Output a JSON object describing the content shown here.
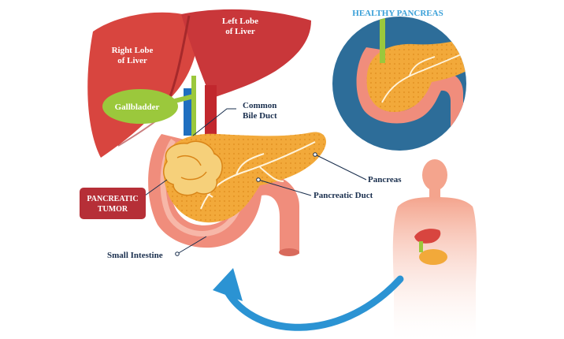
{
  "labels": {
    "right_lobe": [
      "Right Lobe",
      "of Liver"
    ],
    "left_lobe": [
      "Left Lobe",
      "of Liver"
    ],
    "gallbladder": "Gallbladder",
    "common_bile_duct": [
      "Common",
      "Bile Duct"
    ],
    "healthy_pancreas": "HEALTHY PANCREAS",
    "pancreas": "Pancreas",
    "pancreatic_duct": "Pancreatic Duct",
    "pancreatic_tumor": [
      "PANCREATIC",
      "TUMOR"
    ],
    "small_intestine": "Small Intestine"
  },
  "colors": {
    "liver": "#d8453f",
    "liver_dark": "#b02a2c",
    "gallbladder": "#9bc83c",
    "bile_duct": "#e9d83a",
    "vein_blue": "#1f6fc0",
    "artery_red": "#c1272d",
    "pancreas": "#f2a93a",
    "pancreas_dark": "#d98518",
    "intestine": "#f08d7c",
    "intestine_inner": "#f7b7a8",
    "circle_bg": "#2d6d99",
    "label_dark": "#1a2f4e",
    "healthy_title": "#3aa0d8",
    "tumor_box": "#b62f37",
    "arrow": "#2b93d3",
    "silhouette": "#f6b39e"
  }
}
